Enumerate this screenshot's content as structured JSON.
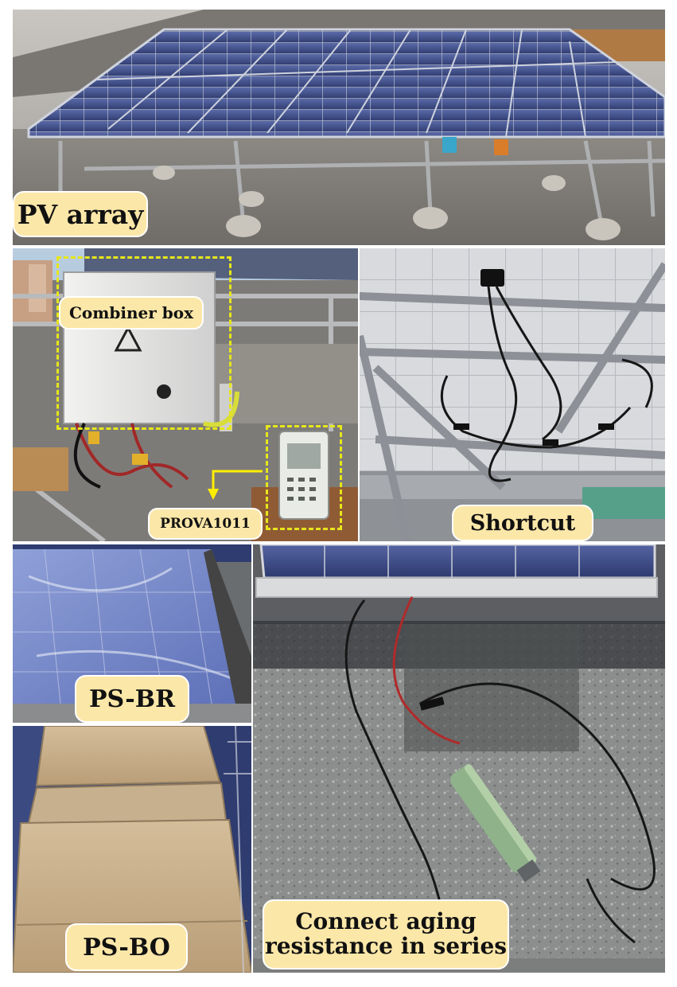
{
  "figure": {
    "labels": {
      "pv_array": "PV array",
      "combiner_box": "Combiner box",
      "prova": "PROVA1011",
      "shortcut": "Shortcut",
      "ps_br": "PS-BR",
      "ps_bo": "PS-BO",
      "aging_resistance": "Connect aging resistance in series"
    },
    "colors": {
      "label_bg": "#fbe7a8",
      "highlight_dash": "#e6e61a",
      "arrow": "#ffee00",
      "panel_blue": "#3b4a80"
    }
  }
}
